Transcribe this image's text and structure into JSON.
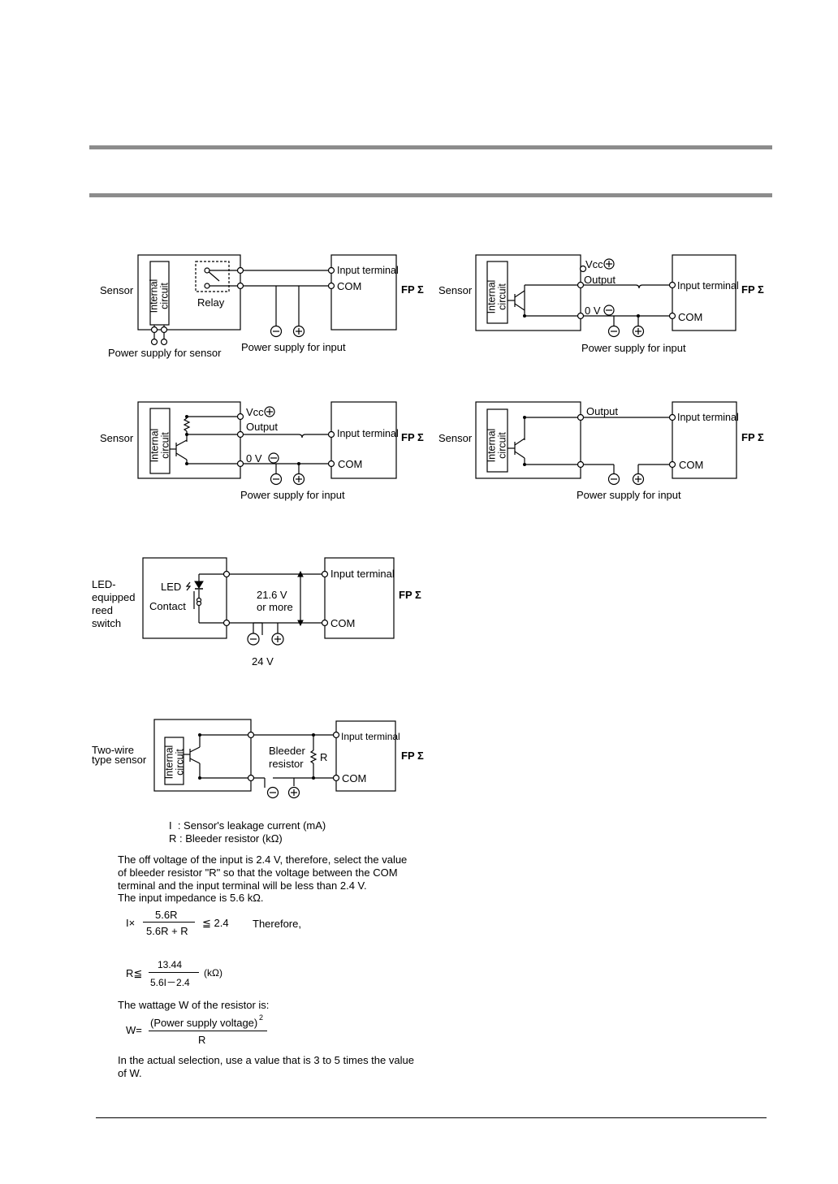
{
  "fp_label": "FP Σ",
  "common": {
    "sensor": "Sensor",
    "internal_circuit": "Internal\ncircuit",
    "input_terminal": "Input terminal",
    "com": "COM",
    "power_supply_for_input": "Power supply for input",
    "vcc": "Vcc",
    "output": "Output",
    "zero_v": "0 V"
  },
  "diagram_relay": {
    "relay": "Relay",
    "power_supply_for_sensor": "Power supply for sensor"
  },
  "diagram_reed": {
    "device": "LED-\nequipped\nreed\nswitch",
    "led": "LED",
    "contact": "Contact",
    "voltage": "21.6 V\nor more",
    "supply": "24 V"
  },
  "diagram_two_wire": {
    "device": "Two-wire\ntype sensor",
    "bleeder": "Bleeder\nresistor",
    "r": "R"
  },
  "notes": {
    "legend_i": "I  : Sensor's leakage current (mA)",
    "legend_r": "R : Bleeder resistor (kΩ)",
    "para1": "The off voltage of the input is 2.4 V, therefore, select the value\nof bleeder resistor \"R\" so that the voltage between the COM\nterminal and the input terminal will be less than 2.4 V.",
    "para2": "The input impedance is 5.6 kΩ.",
    "f1_prefix": "I×",
    "f1_num": "5.6R",
    "f1_den": "5.6R + R",
    "f1_suffix": "≦ 2.4",
    "therefore": "Therefore,",
    "f2_prefix": "R≦",
    "f2_num": "13.44",
    "f2_den": "5.6I－2.4",
    "f2_suffix": "(kΩ)",
    "wattage_intro": "The wattage W of the resistor is:",
    "f3_prefix": "W=",
    "f3_num": "(Power supply voltage)",
    "f3_sup": "2",
    "f3_den": "R",
    "final": "In the actual selection, use a value that is 3 to 5 times the value\nof W."
  }
}
